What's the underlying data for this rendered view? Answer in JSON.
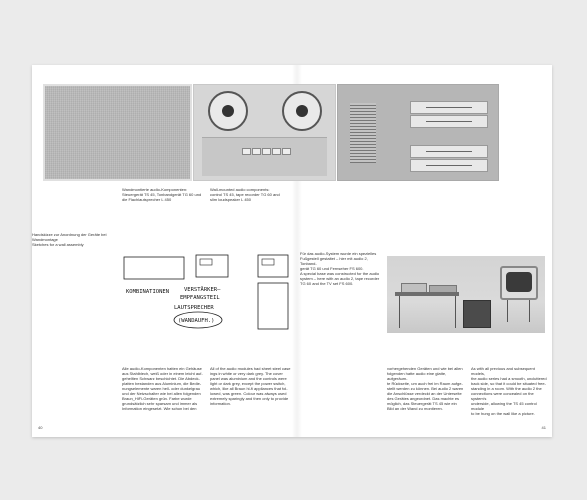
{
  "captions": {
    "wall_de": [
      "Wandmontierte audio-Komponenten:",
      "Steuergerät TS 45, Tonbandgerät TG 60 und",
      "die Flachlautsprecher L 450"
    ],
    "wall_en": [
      "Wall-mounted audio components:",
      "control TS 45, tape recorder TG 60 and",
      "slim loudspeaker L 450"
    ],
    "sketch": [
      "Handskizze zur Anordnung der Geräte bei",
      "Wandmontage",
      "Sketches for a wall assembly"
    ],
    "room": [
      "Für das audio-System wurde ein spezielles",
      "Fußgestell gestaltet – hier mit audio 2, Tonband-",
      "gerät TG 60 und Fernseher FS 600.",
      "A special base was constructed for the audio",
      "system – here with an audio 2, tape recorder",
      "TG 60 and the TV set FS 600."
    ]
  },
  "sketch_text": [
    "KOMBINATIONEN",
    "VERSTÄRKER–",
    "EMPFANGSTEIL",
    "LAUTSPRECHER",
    "(WANDAUFH.)"
  ],
  "body": {
    "col1": [
      "Alle audio-Komponenten hatten ein Gehäuse",
      "aus Stahlblech, weiß oder in einem leicht auf-",
      "gehellten Schwarz beschichtet. Die Abdeck-",
      "platten bestanden aus Aluminium, die Bedie-",
      "nungselemente waren hell- oder dunkelgrau",
      "und der Netzschalter wie bei allen folgenden",
      "Braun_HiFi-Geräten grün. Farbe wurde",
      "grundsätzlich sehr sparsam und immer als",
      "Information eingesetzt. Wie schon bei den"
    ],
    "col2": [
      "All of the audio modules had sheet steel case",
      "ings in white or very dark grey. The cover",
      "panel was aluminium and the controls were",
      "light or dark grey, except the power switch,",
      "which, like all Braun hi-fi appliances that fol-",
      "lowed, was green. Colour was always used",
      "extremely sparingly and then only to provide",
      "information."
    ],
    "col3": [
      "vorhergehenden Geräten und wie bei allen",
      "folgenden hatte audio eine glatte, aufgeräum-",
      "te Rückseite, um auch frei im Raum aufge-",
      "stellt werden zu können. Bei audio 2 waren",
      "die Anschlüsse verdeckt an der Unterseite",
      "des Gerätes angeordnet. Das machte es",
      "möglich, das Steuergerät TS 45 wie ein",
      "Bild an der Wand zu montieren."
    ],
    "col4": [
      "As with all previous and subsequent models,",
      "the audio series had a smooth, uncluttered",
      "back side, so that it could be situated free-",
      "standing in a room. With the audio 2 the",
      "connections were concealed on the system's",
      "underside, allowing the TS 45 control module",
      "to be hung on the wall like a picture."
    ]
  },
  "page_numbers": {
    "left": "40",
    "right": "41"
  },
  "colors": {
    "page": "#ffffff",
    "background": "#ebebeb",
    "text": "#333333"
  }
}
